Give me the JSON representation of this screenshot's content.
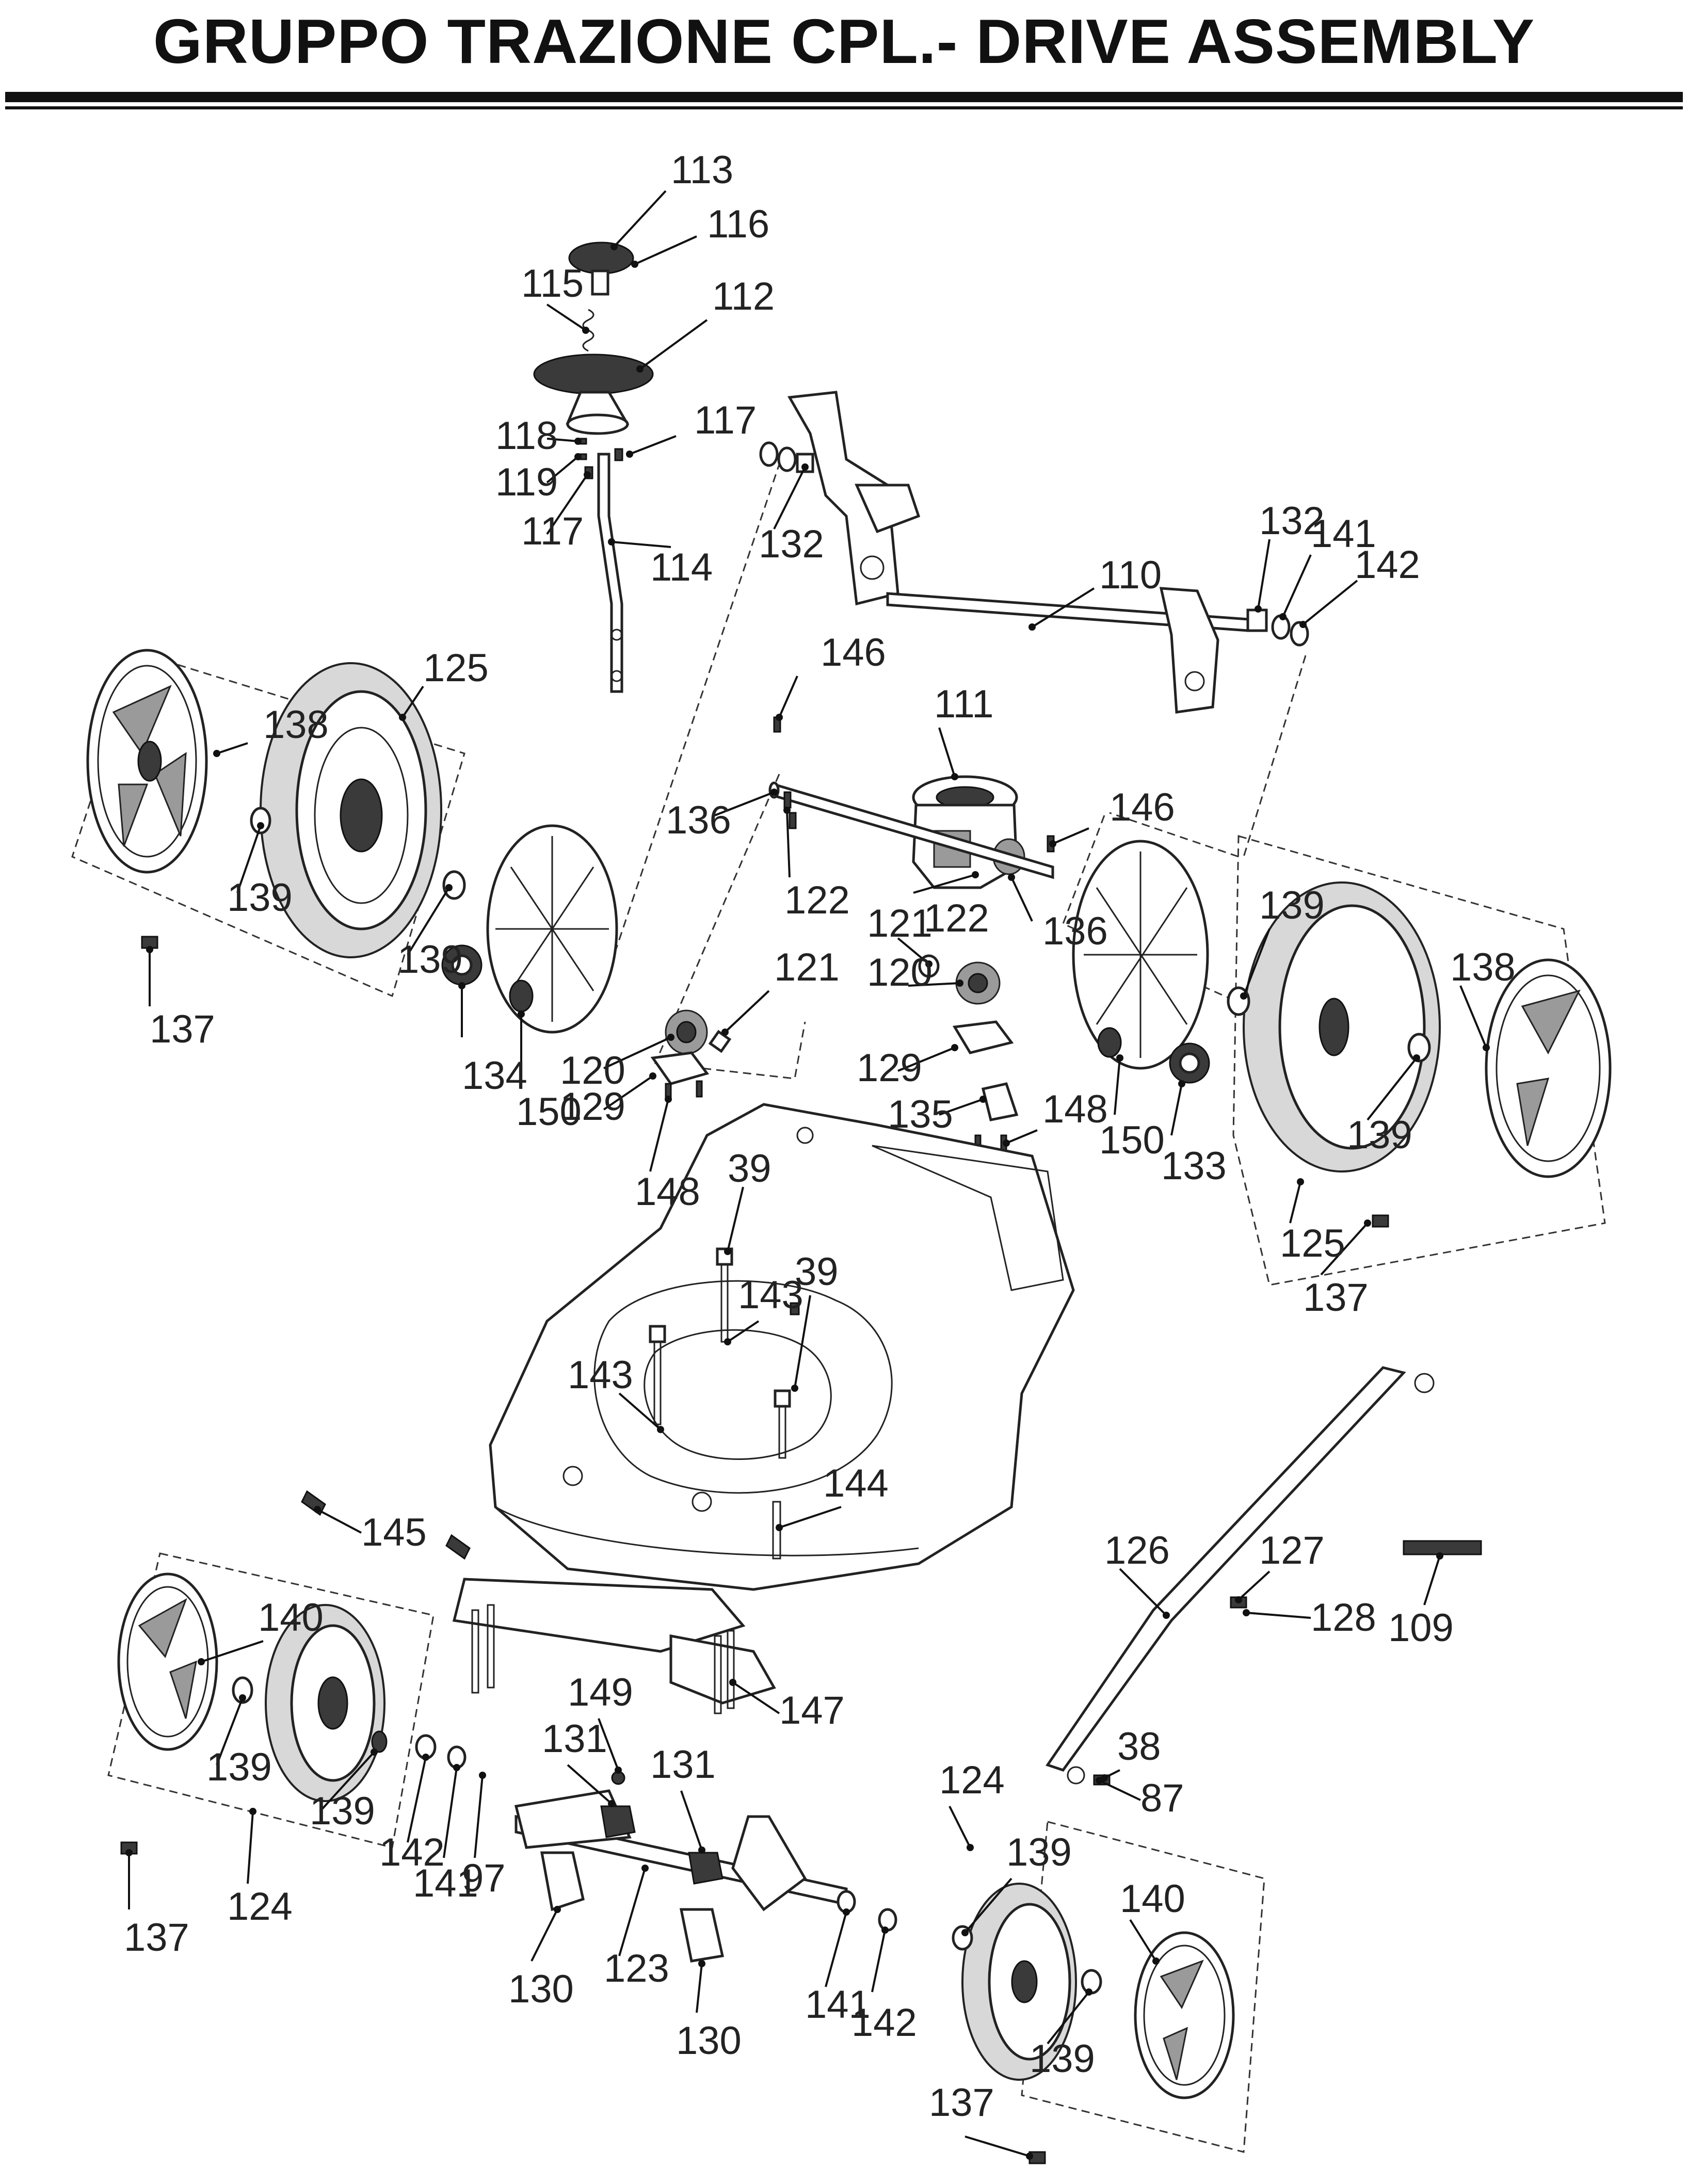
{
  "title": "GRUPPO TRAZIONE CPL.- DRIVE ASSEMBLY",
  "labels": [
    "113",
    "116",
    "115",
    "112",
    "118",
    "117",
    "119",
    "117",
    "114",
    "132",
    "110",
    "132",
    "141",
    "142",
    "146",
    "111",
    "136",
    "146",
    "122",
    "122",
    "136",
    "125",
    "138",
    "139",
    "139",
    "137",
    "134",
    "150",
    "120",
    "129",
    "121",
    "148",
    "121",
    "120",
    "129",
    "135",
    "148",
    "150",
    "133",
    "139",
    "138",
    "139",
    "125",
    "137",
    "39",
    "143",
    "39",
    "143",
    "144",
    "145",
    "126",
    "127",
    "128",
    "109",
    "140",
    "139",
    "139",
    "124",
    "137",
    "142",
    "141",
    "97",
    "149",
    "131",
    "131",
    "123",
    "130",
    "130",
    "141",
    "142",
    "124",
    "139",
    "140",
    "139",
    "137",
    "38",
    "87",
    "147"
  ],
  "colors": {
    "ink": "#111111",
    "paper": "#ffffff",
    "shade": "#9a9a9a"
  }
}
